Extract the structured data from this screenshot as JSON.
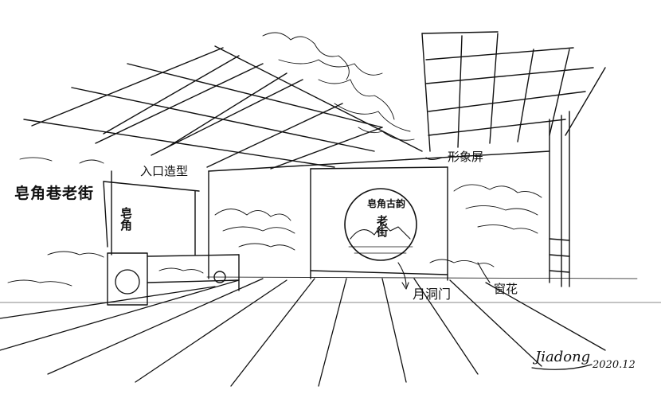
{
  "annotations": {
    "entrance": "入口造型",
    "wall_title": "皂角巷老街",
    "gate_sign": "皂角",
    "screen": "形象屏",
    "moon_gate": "月洞门",
    "lattice": "窗花"
  },
  "circle_panel": {
    "title": "皂角古韵",
    "subtitle": "老街"
  },
  "signature": {
    "name": "Jiadong",
    "date": "2020.12"
  },
  "ink_color": "#111111",
  "paper_color": "#ffffff"
}
